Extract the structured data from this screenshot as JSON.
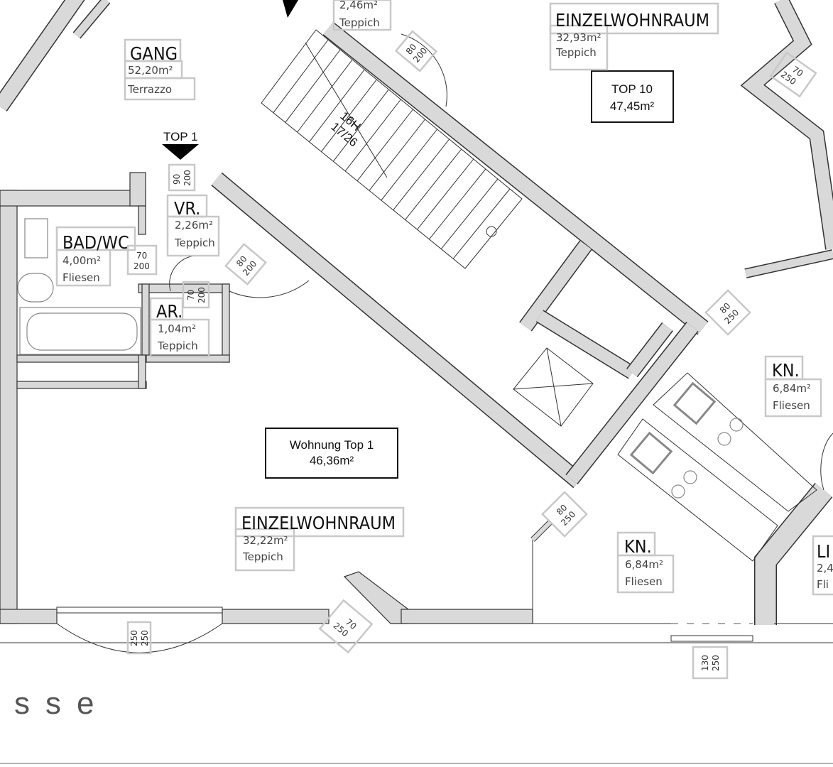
{
  "plan": {
    "rooms": [
      {
        "name": "GANG",
        "area": "52,20m²",
        "floor": "Terrazzo"
      },
      {
        "name": "EINZELWOHNRAUM",
        "area": "32,93m²",
        "floor": "Teppich"
      },
      {
        "name": "VR.",
        "area": "2,26m²",
        "floor": "Teppich"
      },
      {
        "name": "BAD/WC",
        "area": "4,00m²",
        "floor": "Fliesen"
      },
      {
        "name": "AR.",
        "area": "1,04m²",
        "floor": "Teppich"
      },
      {
        "name": "EINZELWOHNRAUM",
        "area": "32,22m²",
        "floor": "Teppich"
      },
      {
        "name": "KN.",
        "area": "6,84m²",
        "floor": "Fliesen"
      },
      {
        "name": "KN.",
        "area": "6,84m²",
        "floor": "Fliesen"
      },
      {
        "name": "LI",
        "area": "2,4",
        "floor": "Fli"
      }
    ],
    "top_partial": {
      "area": "2,46m²",
      "floor": "Teppich"
    },
    "units": [
      {
        "label": "TOP 10",
        "area": "47,45m²"
      },
      {
        "label": "Wohnung Top 1",
        "area": "46,36m²"
      }
    ],
    "entrance_marker": "TOP 1",
    "stair": {
      "steps": "16H",
      "rise": "17/26"
    },
    "doors": [
      {
        "w": "80",
        "h": "200"
      },
      {
        "w": "70",
        "h": "250"
      },
      {
        "w": "90",
        "h": "200"
      },
      {
        "w": "70",
        "h": "200"
      },
      {
        "w": "70",
        "h": "200"
      },
      {
        "w": "80",
        "h": "200"
      },
      {
        "w": "80",
        "h": "250"
      },
      {
        "w": "80",
        "h": "250"
      },
      {
        "w": "250",
        "h": "250"
      },
      {
        "w": "70",
        "h": "250"
      },
      {
        "w": "130",
        "h": "250"
      }
    ],
    "street": "sse"
  }
}
